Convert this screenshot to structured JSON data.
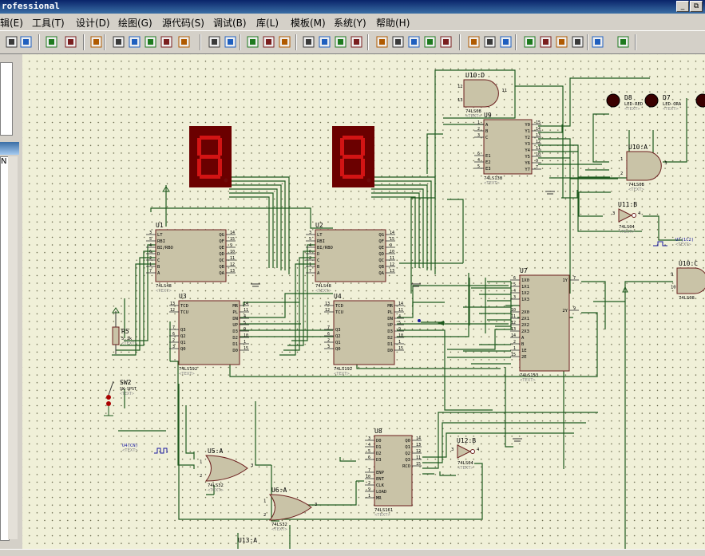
{
  "app": {
    "title": "rofessional"
  },
  "window_buttons": [
    "_",
    "⧉"
  ],
  "menu": [
    "辑(E)",
    "工具(T)",
    "设计(D)",
    "绘图(G)",
    "源代码(S)",
    "调试(B)",
    "库(L)",
    "模板(M)",
    "系统(Y)",
    "帮助(H)"
  ],
  "toolbar_icons": [
    "print-icon",
    "page-icon",
    "refresh-icon",
    "grid-icon",
    "origin-icon",
    "pan-icon",
    "zoom-in-icon",
    "zoom-out-icon",
    "zoom-all-icon",
    "zoom-area-icon",
    "undo-icon",
    "redo-icon",
    "cut-icon",
    "copy-icon",
    "paste-icon",
    "block-copy-icon",
    "block-move-icon",
    "block-rotate-icon",
    "block-delete-icon",
    "pick-device-icon",
    "make-device-icon",
    "package-icon",
    "decompose-icon",
    "wire-autorouter-icon",
    "search-icon",
    "property-assign-icon",
    "design-explorer-icon",
    "new-sheet-icon",
    "remove-sheet-icon",
    "exit-to-parent-icon",
    "bom-icon",
    "erc-icon",
    "ares-icon"
  ],
  "left_pane": {
    "label": "N"
  },
  "components": {
    "u1": {
      "ref": "U1",
      "part": "74LS48",
      "text": "<TEXT>",
      "pins_left": [
        "LT",
        "RBI",
        "BI/RBO",
        "D",
        "C",
        "B",
        "A"
      ],
      "pins_left_num": [
        "3",
        "5",
        "4",
        "6",
        "2",
        "1",
        "7"
      ],
      "pins_right": [
        "QG",
        "QF",
        "QE",
        "QD",
        "QC",
        "QB",
        "QA"
      ],
      "pins_right_num": [
        "14",
        "15",
        "9",
        "10",
        "11",
        "12",
        "13"
      ]
    },
    "u2": {
      "ref": "U2",
      "part": "74LS48",
      "text": "<TEXT>",
      "pins_left": [
        "LT",
        "RBI",
        "BI/RBO",
        "D",
        "C",
        "B",
        "A"
      ],
      "pins_left_num": [
        "3",
        "5",
        "4",
        "6",
        "2",
        "1",
        "7"
      ],
      "pins_right": [
        "QG",
        "QF",
        "QE",
        "QD",
        "QC",
        "QB",
        "QA"
      ],
      "pins_right_num": [
        "14",
        "15",
        "9",
        "10",
        "11",
        "12",
        "13"
      ]
    },
    "u3": {
      "ref": "U3",
      "part": "74LS192",
      "text": "<TEXT>",
      "pins_left": [
        "TCD",
        "TCU",
        "Q3",
        "Q2",
        "Q1",
        "Q0"
      ],
      "pins_left_num": [
        "13",
        "12",
        "7",
        "6",
        "2",
        "3"
      ],
      "pins_right": [
        "MR",
        "PL",
        "DN",
        "UP",
        "D3",
        "D2",
        "D1",
        "D0"
      ],
      "pins_right_num": [
        "14",
        "11",
        "4",
        "5",
        "9",
        "10",
        "1",
        "15"
      ]
    },
    "u4": {
      "ref": "U4",
      "part": "74LS192",
      "text": "<TEXT>",
      "pins_left": [
        "TCD",
        "TCU",
        "Q3",
        "Q2",
        "Q1",
        "Q0"
      ],
      "pins_left_num": [
        "13",
        "12",
        "7",
        "6",
        "2",
        "3"
      ],
      "pins_right": [
        "MR",
        "PL",
        "DN",
        "UP",
        "D3",
        "D2",
        "D1",
        "D0"
      ],
      "pins_right_num": [
        "14",
        "11",
        "4",
        "5",
        "9",
        "10",
        "1",
        "15"
      ]
    },
    "u7": {
      "ref": "U7",
      "part": "74LS153",
      "text": "<TEXT>",
      "pins_left": [
        "1X0",
        "1X1",
        "1X2",
        "1X3",
        "2X0",
        "2X1",
        "2X2",
        "2X3",
        "A",
        "B",
        "1E",
        "2E"
      ],
      "pins_left_num": [
        "6",
        "5",
        "4",
        "3",
        "10",
        "11",
        "12",
        "13",
        "14",
        "2",
        "1",
        "15"
      ],
      "pins_right": [
        "1Y",
        "2Y"
      ],
      "pins_right_num": [
        "7",
        "9"
      ]
    },
    "u8": {
      "ref": "U8",
      "part": "74LS161",
      "text": "<TEXT>",
      "pins_left": [
        "D0",
        "D1",
        "D2",
        "D3",
        "ENP",
        "ENT",
        "CLK",
        "LOAD",
        "MR"
      ],
      "pins_left_num": [
        "3",
        "4",
        "5",
        "6",
        "7",
        "10",
        "2",
        "9",
        "1"
      ],
      "pins_right": [
        "Q0",
        "Q1",
        "Q2",
        "Q3",
        "RCO"
      ],
      "pins_right_num": [
        "14",
        "13",
        "12",
        "11",
        "15"
      ]
    },
    "u9": {
      "ref": "U9",
      "part": "74LS138",
      "text": "<TEXT>",
      "pins_left": [
        "A",
        "B",
        "C",
        "E1",
        "E2",
        "E3"
      ],
      "pins_left_num": [
        "1",
        "2",
        "3",
        "6",
        "4",
        "5"
      ],
      "pins_right": [
        "Y0",
        "Y1",
        "Y2",
        "Y3",
        "Y4",
        "Y5",
        "Y6",
        "Y7"
      ],
      "pins_right_num": [
        "15",
        "14",
        "13",
        "12",
        "11",
        "10",
        "9",
        "7"
      ]
    },
    "u10d": {
      "ref": "U10:D",
      "part": "74LS08",
      "text": "<TEXT>",
      "pins": [
        "12",
        "13",
        "11"
      ]
    },
    "u10a": {
      "ref": "U10:A",
      "part": "74LS08",
      "text": "<TEXT>",
      "pins": [
        "1",
        "2",
        "3"
      ]
    },
    "u10c": {
      "ref": "U10:C",
      "part": "74LS08",
      "pins": [
        "9",
        "10"
      ]
    },
    "u11b": {
      "ref": "U11:B",
      "part": "74LS04",
      "text": "<TEXT>",
      "pins": [
        "3",
        "4"
      ]
    },
    "u12b": {
      "ref": "U12:B",
      "part": "74LS04",
      "text": "<TEXT>",
      "pins": [
        "3",
        "4"
      ]
    },
    "u5a": {
      "ref": "U5:A",
      "part": "74LS32",
      "text": "<TEXT>",
      "pins": [
        "1",
        "2",
        "3"
      ]
    },
    "u6a": {
      "ref": "U6:A",
      "part": "74LS32",
      "text": "<TEXT>",
      "pins": [
        "1",
        "2",
        "3"
      ]
    },
    "u13a": {
      "ref": "U13:A"
    },
    "r5": {
      "ref": "R5",
      "value": "5.1k",
      "text": "<TEXT>"
    },
    "sw2": {
      "ref": "SW2",
      "part": "SW-SPST",
      "text": "<TEXT>"
    },
    "d8": {
      "ref": "D8",
      "part": "LED-RED",
      "text": "<TEXT>"
    },
    "d7": {
      "ref": "D7",
      "part": "LED-ORA",
      "text": "<TEXT>"
    },
    "u4clk": {
      "label": "U4(CN)",
      "text": "<TEXT>"
    },
    "u7clk": {
      "label": "U7(1C2)",
      "text": "<TEXT>"
    }
  },
  "colors": {
    "canvas": "#f0f0d8",
    "wire": "#1e5a1e",
    "body": "#c9c3a7",
    "body_border": "#6b1e1e",
    "seg_on": "#d21414",
    "seg_off": "#6e0a0a",
    "display_bg": "#6b0000"
  }
}
